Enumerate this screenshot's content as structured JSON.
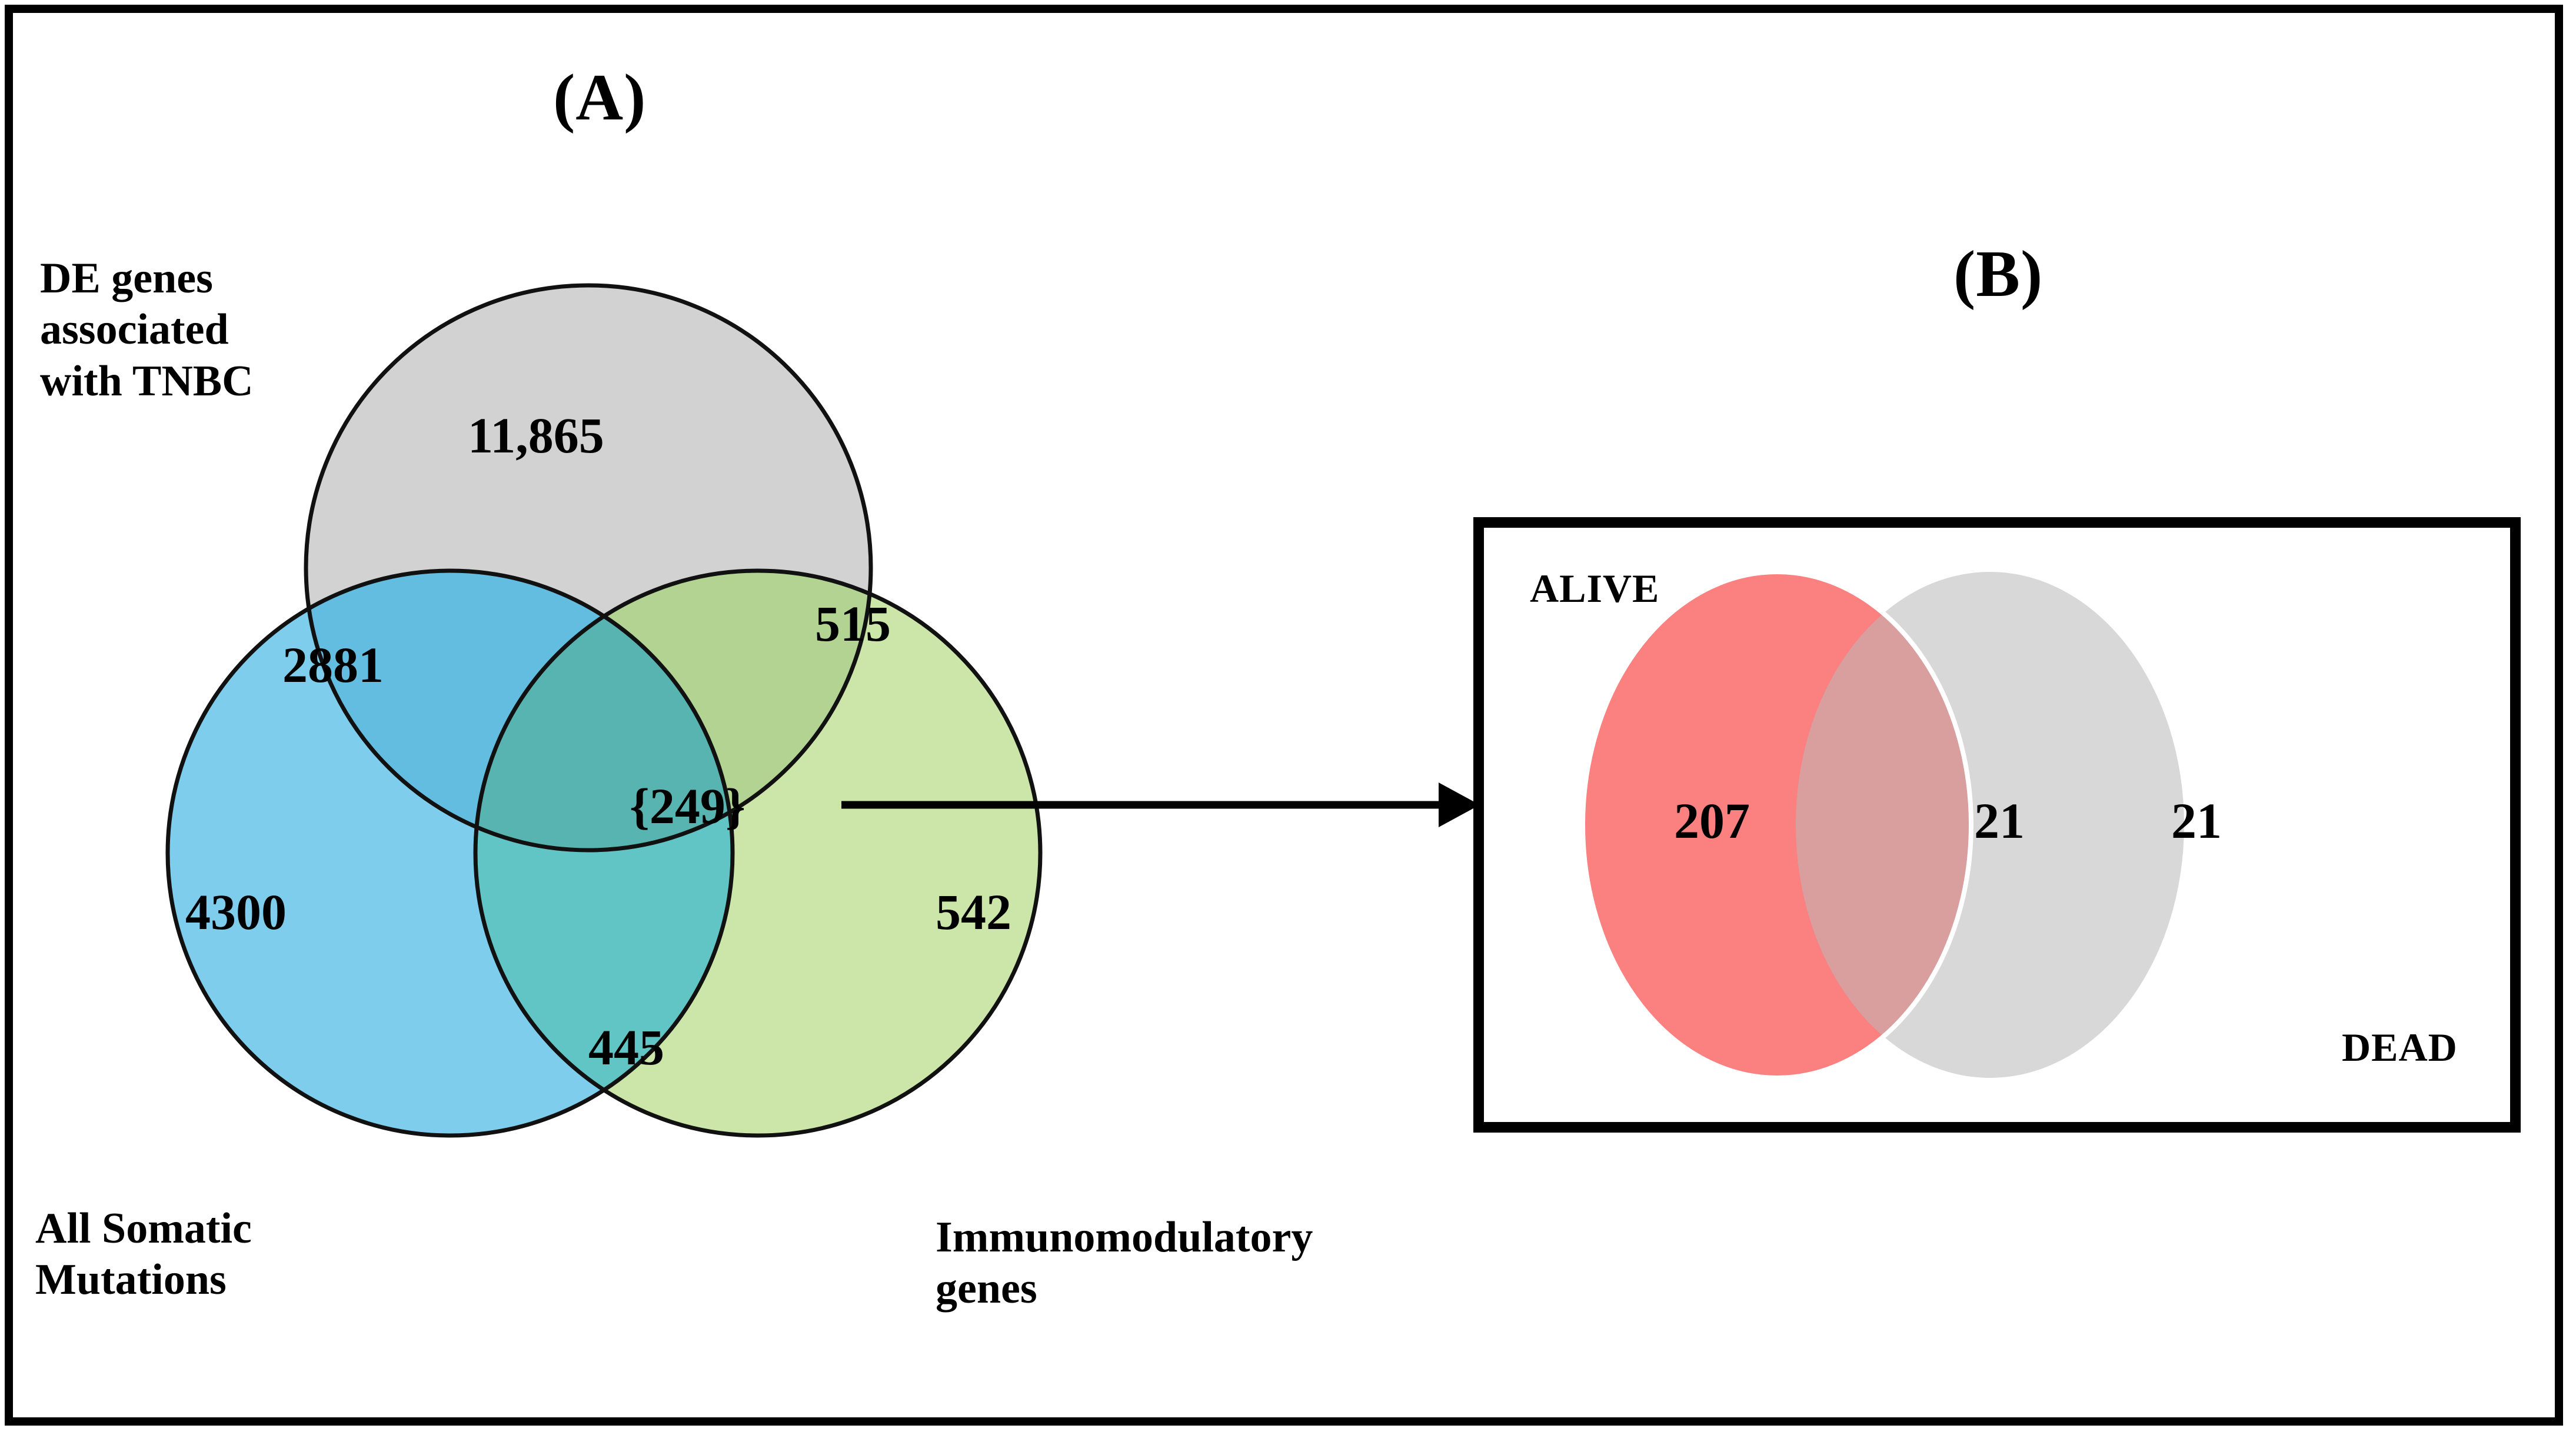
{
  "figure": {
    "panel_a": {
      "letter": "(A)",
      "type": "venn3",
      "sets": [
        {
          "key": "gray",
          "label": "DE genes\nassociated\nwith TNBC",
          "color": "#d2d2d2"
        },
        {
          "key": "blue",
          "label": "All Somatic\nMutations",
          "color": "#7ecdec"
        },
        {
          "key": "green",
          "label": "Immunomodulatory\ngenes",
          "color": "#cbe6a8"
        }
      ],
      "regions": [
        {
          "name": "gray-only",
          "value": "11,865"
        },
        {
          "name": "gray-blue",
          "value": "2881"
        },
        {
          "name": "gray-green",
          "value": "515"
        },
        {
          "name": "blue-only",
          "value": "4300"
        },
        {
          "name": "green-only",
          "value": "542"
        },
        {
          "name": "blue-green",
          "value": "445"
        },
        {
          "name": "all-three",
          "value": "{249}"
        }
      ]
    },
    "panel_b": {
      "letter": "(B)",
      "type": "venn2",
      "sets": [
        {
          "key": "alive",
          "label": "ALIVE",
          "color": "#fb8080"
        },
        {
          "key": "dead",
          "label": "DEAD",
          "color": "#d8d8d8"
        }
      ],
      "regions": [
        {
          "name": "alive-only",
          "value": "207"
        },
        {
          "name": "overlap",
          "value": "21"
        },
        {
          "name": "dead-only",
          "value": "21"
        }
      ]
    },
    "connector": {
      "name": "arrow-249-to-panel-b"
    }
  },
  "chart_data": {
    "type": "venn",
    "title": "",
    "charts": [
      {
        "panel": "(A)",
        "type": "venn3",
        "set_labels": [
          "DE genes associated with TNBC",
          "All Somatic Mutations",
          "Immunomodulatory genes"
        ],
        "set_colors": [
          "#d2d2d2",
          "#7ecdec",
          "#cbe6a8"
        ],
        "counts": {
          "gray_only": 11865,
          "blue_only": 4300,
          "green_only": 542,
          "gray_blue": 2881,
          "gray_green": 515,
          "blue_green": 445,
          "all_three": 249
        },
        "labels_shown": [
          "11,865",
          "2881",
          "515",
          "4300",
          "542",
          "445",
          "{249}"
        ]
      },
      {
        "panel": "(B)",
        "type": "venn2",
        "set_labels": [
          "ALIVE",
          "DEAD"
        ],
        "set_colors": [
          "#fb8080",
          "#d8d8d8"
        ],
        "counts": {
          "alive_only": 207,
          "overlap": 21,
          "dead_only": 21
        },
        "labels_shown": [
          "207",
          "21",
          "21"
        ]
      }
    ],
    "annotations": [
      {
        "type": "arrow",
        "from": "{249} (panel A triple intersection)",
        "to": "panel B box"
      }
    ],
    "grid": false,
    "legend": "none"
  }
}
